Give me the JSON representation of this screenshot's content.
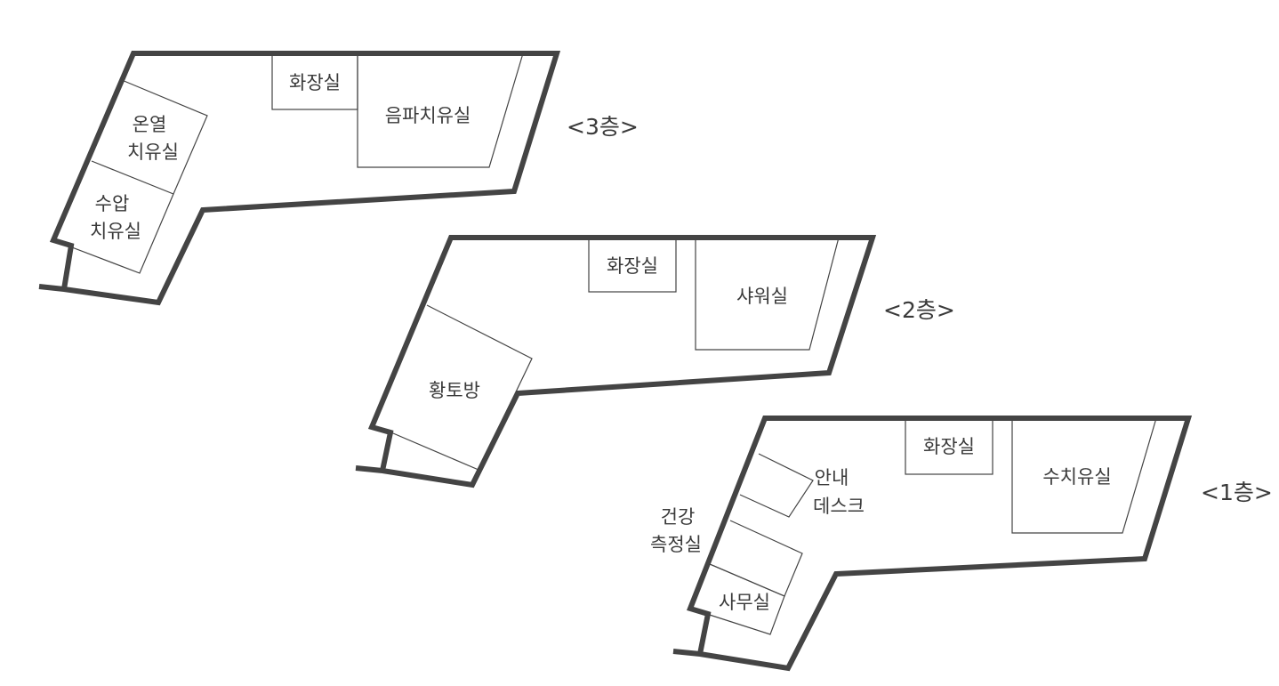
{
  "floors": [
    {
      "label": "<3층>",
      "rooms": {
        "toilet": "화장실",
        "sound_therapy": "음파치유실",
        "thermal_1": "온열",
        "thermal_2": "치유실",
        "pressure_1": "수압",
        "pressure_2": "치유실"
      }
    },
    {
      "label": "<2층>",
      "rooms": {
        "toilet": "화장실",
        "shower": "샤워실",
        "clay_room": "황토방"
      }
    },
    {
      "label": "<1층>",
      "rooms": {
        "toilet": "화장실",
        "hydrotherapy": "수치유실",
        "desk_1": "안내",
        "desk_2": "데스크",
        "health_1": "건강",
        "health_2": "측정실",
        "office": "사무실"
      }
    }
  ],
  "colors": {
    "wall": "#444444",
    "text": "#3a3a3a",
    "background": "#ffffff"
  }
}
